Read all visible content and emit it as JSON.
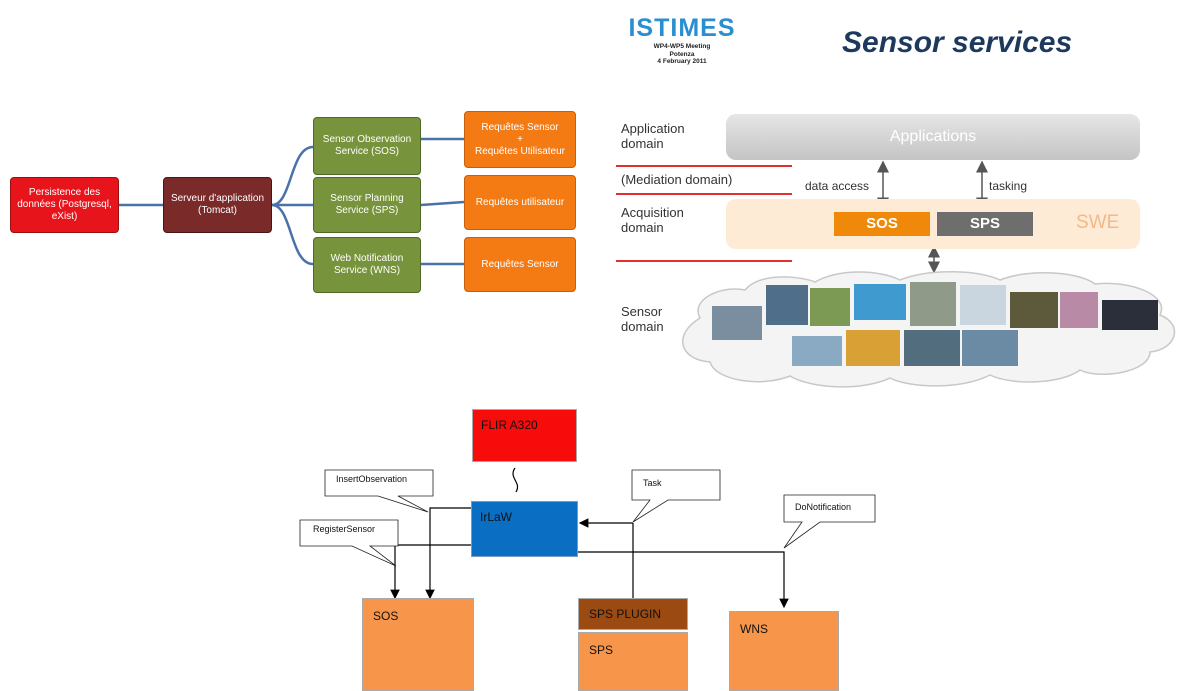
{
  "header": {
    "logo_text": "ISTIMES",
    "meeting_line1": "WP4-WP5 Meeting",
    "meeting_line2": "Potenza",
    "meeting_line3": "4 February 2011",
    "title": "Sensor services"
  },
  "architecture": {
    "persistence": "Persistence des données (Postgresql, eXist)",
    "server": "Serveur d'application (Tomcat)",
    "sos": "Sensor Observation Service (SOS)",
    "sps": "Sensor Planning Service (SPS)",
    "wns": "Web Notification Service (WNS)",
    "req_sos_1": "Requêtes Sensor",
    "req_sos_plus": "+",
    "req_sos_2": "Requêtes Utilisateur",
    "req_sps": "Requêtes utilisateur",
    "req_wns": "Requêtes Sensor"
  },
  "domains": {
    "application": "Application domain",
    "mediation": "(Mediation domain)",
    "acquisition": "Acquisition domain",
    "sensor": "Sensor domain",
    "applications_label": "Applications",
    "data_access": "data access",
    "tasking": "tasking",
    "sos": "SOS",
    "sps": "SPS",
    "swe": "SWE"
  },
  "flow": {
    "flir": "FLIR A320",
    "irlaw": "IrLaW",
    "insert_observation": "InsertObservation",
    "register_sensor": "RegisterSensor",
    "task": "Task",
    "do_notification": "DoNotification",
    "sos": "SOS",
    "sps_plugin": "SPS PLUGIN",
    "sps": "SPS",
    "wns": "WNS"
  },
  "colors": {
    "red": "#e8141c",
    "brown": "#7b2a2a",
    "green": "#77933c",
    "orange": "#f47a14",
    "irlaw_blue": "#0a6fc2",
    "flow_orange": "#f7964a",
    "plugin_brown": "#9b4a12"
  }
}
